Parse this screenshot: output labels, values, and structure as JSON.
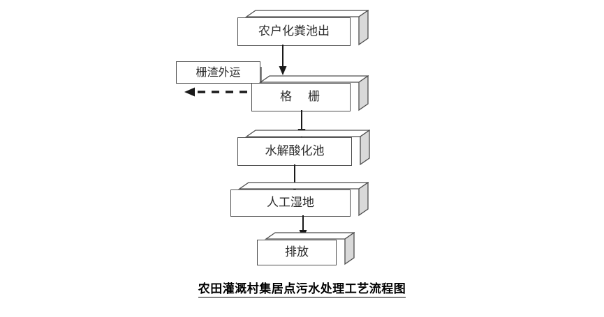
{
  "diagram": {
    "caption": "农田灌溉村集居点污水处理工艺流程图",
    "colors": {
      "stroke": "#4d4d4d",
      "side_fill": "#d9d9d9",
      "top_fill": "#ffffff",
      "front_fill": "#ffffff",
      "text": "#2b2b2b",
      "caption_text": "#000000",
      "arrow": "#1a1a1a",
      "background": "#ffffff"
    },
    "nodes": [
      {
        "id": "septic-outlet",
        "label": "农户化粪池出",
        "shape": "box-3d",
        "letter_spacing": "0px"
      },
      {
        "id": "grille",
        "label": "格　栅",
        "shape": "box-3d",
        "letter_spacing": "3px"
      },
      {
        "id": "screenings-transport",
        "label": "栅渣外运",
        "shape": "rectangle",
        "letter_spacing": "0px"
      },
      {
        "id": "hydrolysis-acidification-tank",
        "label": "水解酸化池",
        "shape": "box-3d",
        "letter_spacing": "0px"
      },
      {
        "id": "constructed-wetland",
        "label": "人工湿地",
        "shape": "box-3d",
        "letter_spacing": "0px"
      },
      {
        "id": "discharge",
        "label": "排放",
        "shape": "box-3d",
        "letter_spacing": "0px"
      }
    ],
    "edges": [
      {
        "id": "e1",
        "from": "septic-outlet",
        "to": "grille",
        "style": "solid",
        "direction": "down"
      },
      {
        "id": "e2",
        "from": "grille",
        "to": "screenings-transport",
        "style": "dashed",
        "direction": "left"
      },
      {
        "id": "e3",
        "from": "grille",
        "to": "hydrolysis-acidification-tank",
        "style": "solid",
        "direction": "down"
      },
      {
        "id": "e4",
        "from": "hydrolysis-acidification-tank",
        "to": "constructed-wetland",
        "style": "solid",
        "direction": "down"
      },
      {
        "id": "e5",
        "from": "constructed-wetland",
        "to": "discharge",
        "style": "solid",
        "direction": "down"
      }
    ]
  }
}
